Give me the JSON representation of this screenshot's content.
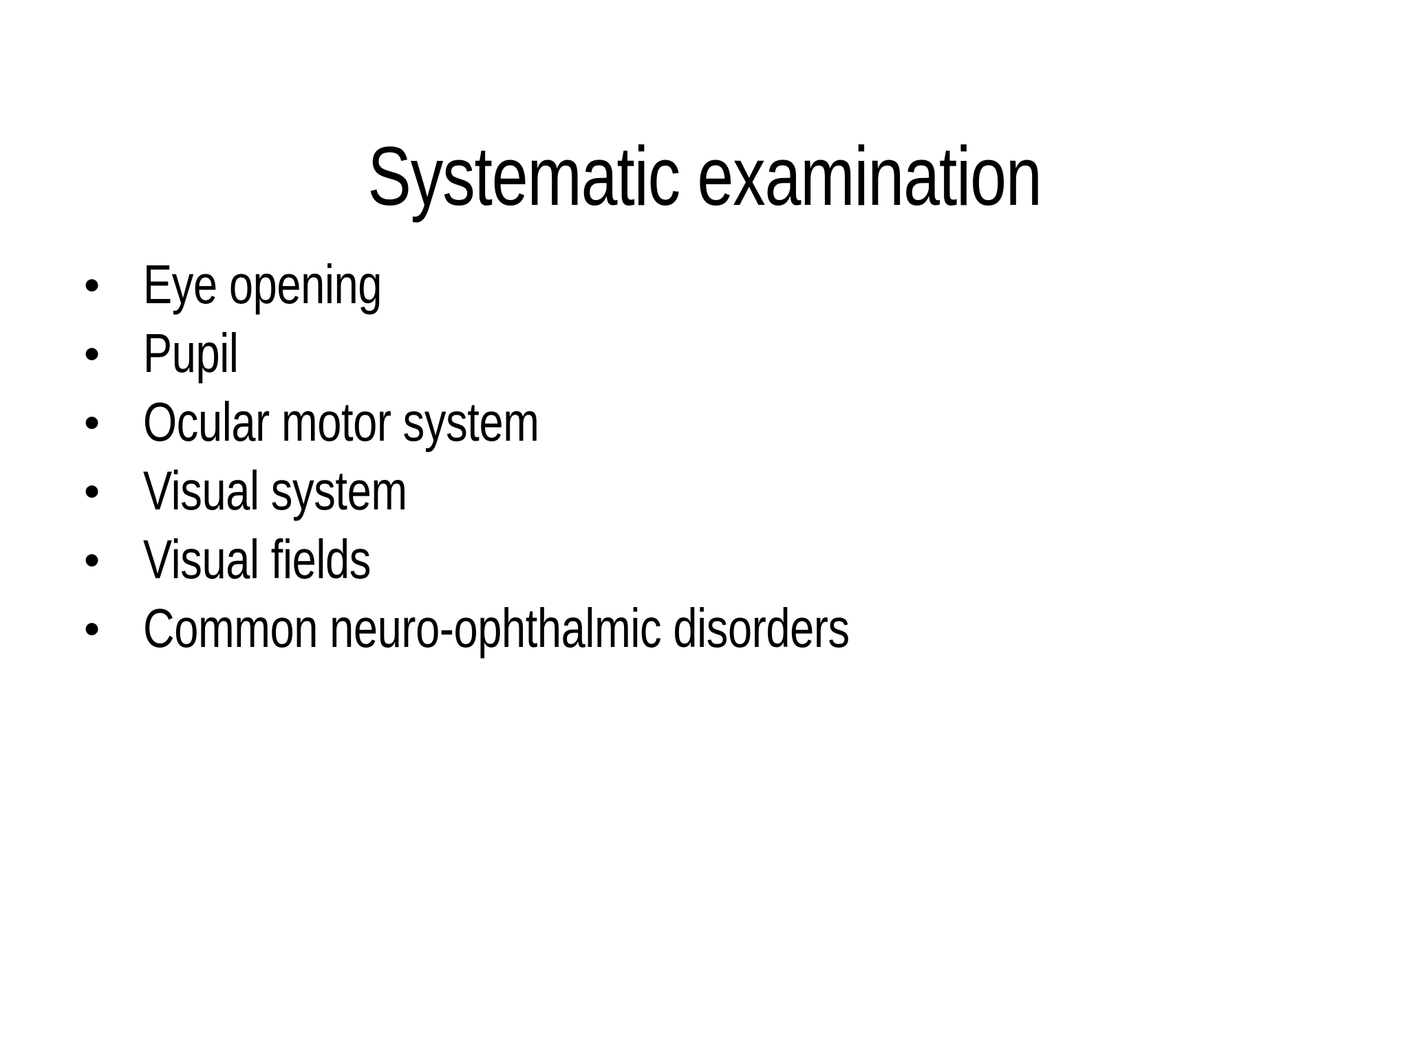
{
  "slide": {
    "background_color": "#FFFFFF",
    "text_color": "#000000",
    "title": "Systematic examination",
    "bullet_glyph": "•",
    "bullets": [
      {
        "label": "Eye opening"
      },
      {
        "label": "Pupil"
      },
      {
        "label": "Ocular motor system"
      },
      {
        "label": "Visual system"
      },
      {
        "label": "Visual fields"
      },
      {
        "label": "Common neuro-ophthalmic disorders"
      }
    ]
  }
}
